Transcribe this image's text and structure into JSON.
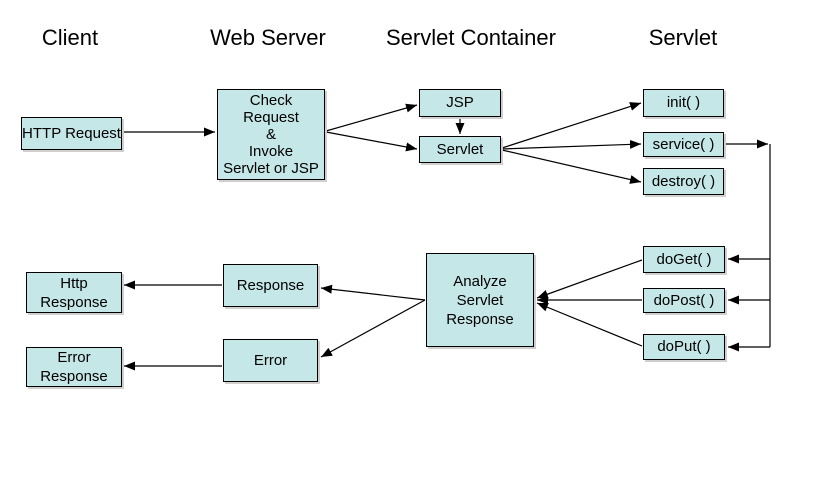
{
  "colors": {
    "background": "#ffffff",
    "box_fill": "#c6e7e7",
    "box_border": "#000000",
    "arrow": "#000000"
  },
  "headers": {
    "client": "Client",
    "web_server": "Web Server",
    "servlet_container": "Servlet Container",
    "servlet": "Servlet"
  },
  "nodes": {
    "http_request": "HTTP Request",
    "check_request": "Check\nRequest\n&\nInvoke\nServlet or JSP",
    "jsp": "JSP",
    "servlet": "Servlet",
    "init": "init( )",
    "service": "service( )",
    "destroy": "destroy( )",
    "do_get": "doGet( )",
    "do_post": "doPost( )",
    "do_put": "doPut( )",
    "analyze": "Analyze\nServlet\nResponse",
    "response": "Response",
    "http_response": "Http\nResponse",
    "error": "Error",
    "error_response": "Error\nResponse"
  }
}
